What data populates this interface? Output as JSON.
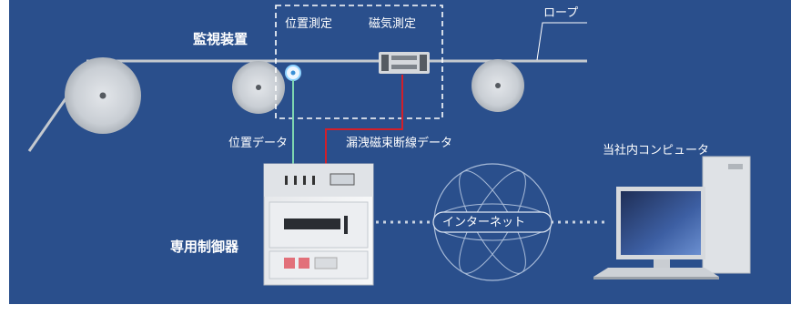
{
  "diagram": {
    "labels": {
      "monitoring_device": "監視装置",
      "position_measurement": "位置測定",
      "magnetic_measurement": "磁気測定",
      "rope": "ロープ",
      "position_data": "位置データ",
      "leakage_flux_data": "漏洩磁束断線データ",
      "dedicated_controller": "専用制御器",
      "internet": "インターネット",
      "company_computer": "当社内コンピュータ"
    },
    "colors": {
      "background": "#2a4f8c",
      "rope": "#c4c9cf",
      "position_line": "#7ed6b0",
      "magnetic_line": "#d21f2a",
      "dashed_box": "#ffffff",
      "internet_dots": "#c8d2e0"
    },
    "icons": [
      "sheave-pulley",
      "position-sensor",
      "magnetic-sensor-head",
      "controller-cabinet",
      "internet-globe",
      "desktop-computer"
    ]
  }
}
